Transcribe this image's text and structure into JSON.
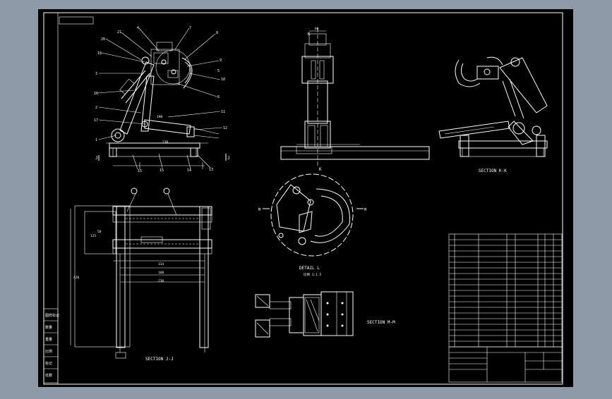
{
  "colors": {
    "viewport_bg": "#8e9aa6",
    "sheet_bg": "#000000",
    "line": "#ffffff",
    "accent_yellow": "#ffff00"
  },
  "section_labels": {
    "k_k": "SECTION K-K",
    "j_j": "SECTION J-J",
    "m_m": "SECTION M-M",
    "detail_title": "DETAIL L",
    "detail_scale": "比例 1:1.5"
  },
  "view_markers": {
    "j_left": "J",
    "j_right": "J",
    "k_top": "K",
    "k_bottom": "K",
    "m_left": "M",
    "m_right": "M"
  },
  "balloons_front": [
    "20",
    "21",
    "4",
    "7",
    "8",
    "9",
    "10",
    "18",
    "3",
    "5",
    "16",
    "2",
    "6",
    "17",
    "1",
    "11",
    "12",
    "15",
    "14",
    "13"
  ],
  "dims": {
    "top_len": "60",
    "base_len": "238",
    "mid_len": "190",
    "side_height": "420",
    "b1": "125",
    "b2": "50",
    "b3": "134",
    "b4": "168"
  },
  "side_blocks": [
    "图样标记",
    "数量",
    "重量",
    "比例",
    "标记",
    "处数"
  ]
}
